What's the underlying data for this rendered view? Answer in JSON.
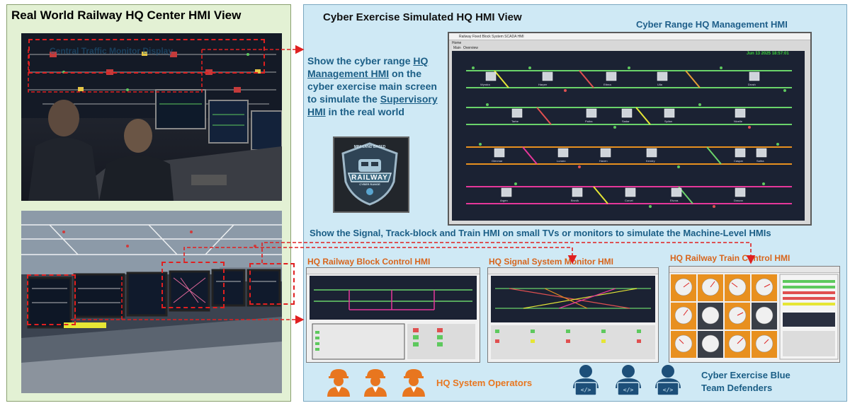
{
  "left": {
    "title": "Real World Railway HQ Center HMI View",
    "wall_screen_label": "Central Traffic Monitor Display"
  },
  "right": {
    "title": "Cyber Exercise Simulated HQ HMI View",
    "main_hmi_title": "Cyber Range HQ Management HMI",
    "description": {
      "part1": "Show the cyber range ",
      "link1": "HQ Management HMI",
      "part2": " on the cyber exercise main screen to simulate the ",
      "link2": "Supervisory HMI",
      "part3": " in the real world"
    },
    "logo": {
      "top_text": "MINI LAND BASED",
      "main_text": "RAILWAY",
      "bottom_text": "CYBER RANGE"
    },
    "scada": {
      "window_title": "Railway Fixed Block System SCADA HMI",
      "menu_home": "Home",
      "tab_main": "Main",
      "tab_overview": "Overview",
      "datetime": "Jun 13 2025 18:57:01",
      "stations_row1": [
        "Wyndra",
        "Harper",
        "Ettrea",
        "Ulla",
        "Drosh"
      ],
      "stations_row2": [
        "Tarbe",
        "Paltra",
        "Sadar",
        "Spilan",
        "Nivelle"
      ],
      "stations_row3": [
        "Glenmar",
        "Lunaro",
        "Haven",
        "Kendry",
        "Caspar",
        "Saltra"
      ],
      "stations_row4": [
        "Argen",
        "Brovik",
        "Corvel",
        "Elvora",
        "Dravon"
      ]
    },
    "machine_caption": "Show the Signal, Track-block and Train HMI on small TVs or monitors  to simulate the Machine-Level HMIs",
    "hmis": [
      {
        "title": "HQ Railway Block Control HMI"
      },
      {
        "title": "HQ Signal System Monitor HMI"
      },
      {
        "title": "HQ Railway Train Control HMI"
      }
    ],
    "operators_label": "HQ System Operators",
    "defenders_label": "Cyber Exercise Blue Team Defenders"
  },
  "colors": {
    "orange": "#e8761f",
    "blue_text": "#1f5f8a",
    "red_dash": "#e02020",
    "navy_person": "#1d4f79"
  },
  "icons": [
    "operator-hardhat-icon",
    "defender-laptop-icon",
    "railway-cyber-range-logo"
  ]
}
